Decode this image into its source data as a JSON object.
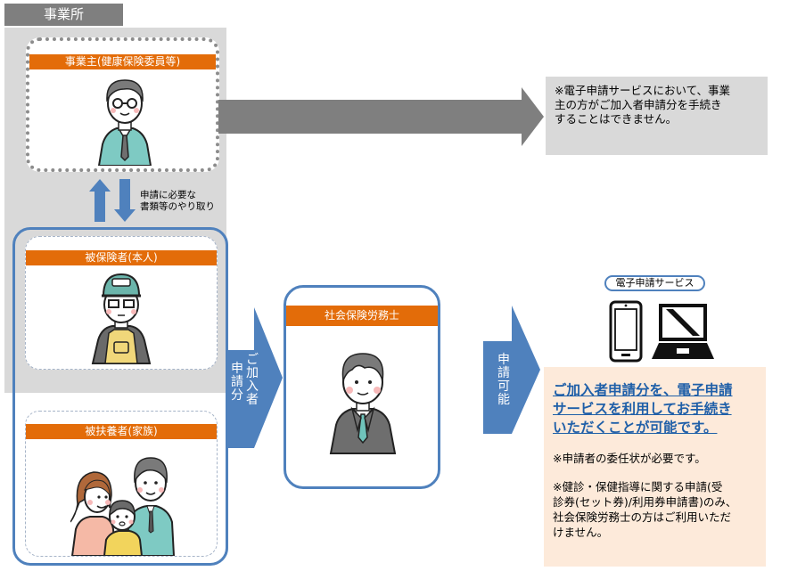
{
  "office": {
    "tab_label": "事業所"
  },
  "employer_card": {
    "title": "事業主(健康保険委員等)",
    "icon": "employer-person-illustration"
  },
  "exchange": {
    "label_line1": "申請に必要な",
    "label_line2": "書類等のやり取り"
  },
  "insured_card": {
    "title": "被保険者(本人)",
    "icon": "insured-person-illustration"
  },
  "dependent_card": {
    "title": "被扶養者(家族)",
    "icon": "family-illustration"
  },
  "arrow_subscriber": {
    "col1": [
      "ご",
      "加",
      "入",
      "者"
    ],
    "col2": [
      "申",
      "請",
      "分"
    ]
  },
  "sharoshi_card": {
    "title": "社会保険労務士",
    "icon": "sharoshi-person-illustration"
  },
  "arrow_possible": {
    "chars": [
      "申",
      "請",
      "可",
      "能"
    ]
  },
  "gray_note": {
    "line1": "※電子申請サービスにおいて、事業",
    "line2": "主の方がご加入者申請分を手続き",
    "line3": "することはできません。"
  },
  "service": {
    "label": "電子申請サービス"
  },
  "result_box": {
    "title_line1": "ご加入者申請分を、電子申請",
    "title_line2": "サービスを利用してお手続き",
    "title_line3": "いただくことが可能です。",
    "note1": "※申請者の委任状が必要です。",
    "note2_line1": "※健診・保健指導に関する申請(受",
    "note2_line2": "診券(セット券)/利用券申請書)のみ、",
    "note2_line3": "社会保険労務士の方はご利用いただ",
    "note2_line4": "けません。"
  },
  "colors": {
    "orange": "#e36c09",
    "blue": "#4f81bd",
    "gray_dark": "#7f7f7f",
    "gray_light": "#d9d9d9",
    "peach": "#fdeada",
    "link_blue": "#1f5fa8"
  }
}
